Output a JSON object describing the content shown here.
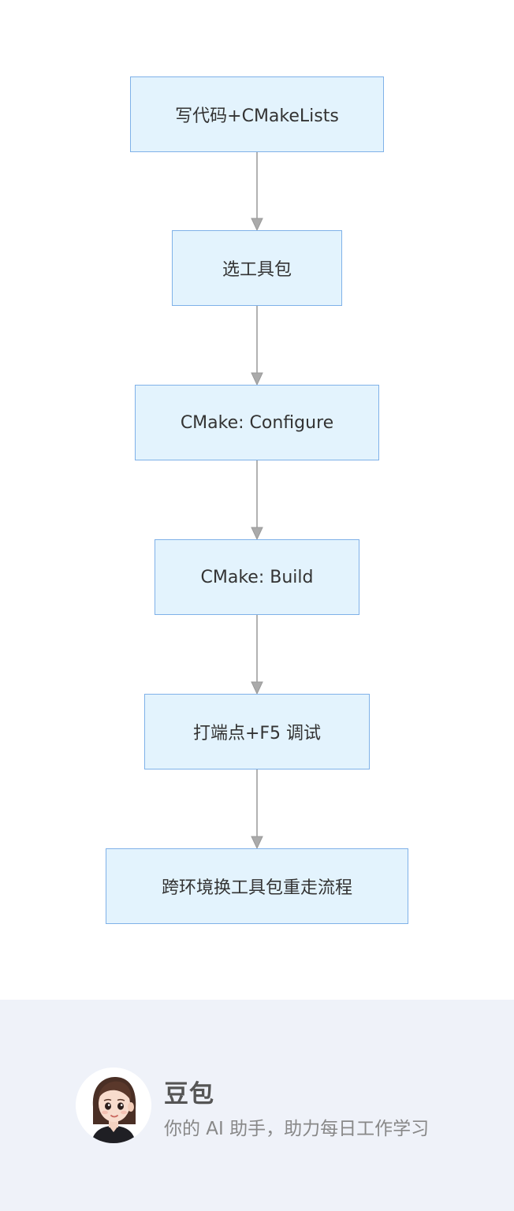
{
  "diagram": {
    "type": "flowchart",
    "direction": "top-down",
    "nodes": [
      {
        "id": "n1",
        "label": "写代码+CMakeLists"
      },
      {
        "id": "n2",
        "label": "选工具包"
      },
      {
        "id": "n3",
        "label": "CMake: Configure"
      },
      {
        "id": "n4",
        "label": "CMake: Build"
      },
      {
        "id": "n5",
        "label": "打端点+F5 调试"
      },
      {
        "id": "n6",
        "label": "跨环境换工具包重走流程"
      }
    ],
    "edges": [
      {
        "from": "n1",
        "to": "n2"
      },
      {
        "from": "n2",
        "to": "n3"
      },
      {
        "from": "n3",
        "to": "n4"
      },
      {
        "from": "n4",
        "to": "n5"
      },
      {
        "from": "n5",
        "to": "n6"
      }
    ],
    "colors": {
      "node_fill": "#e3f3fd",
      "node_border": "#7fb1e8",
      "edge": "#999999",
      "text": "#333333"
    }
  },
  "footer": {
    "name": "豆包",
    "tagline": "你的 AI 助手，助力每日工作学习",
    "avatar_icon": "avatar-girl-icon",
    "background": "#eff2f9"
  }
}
